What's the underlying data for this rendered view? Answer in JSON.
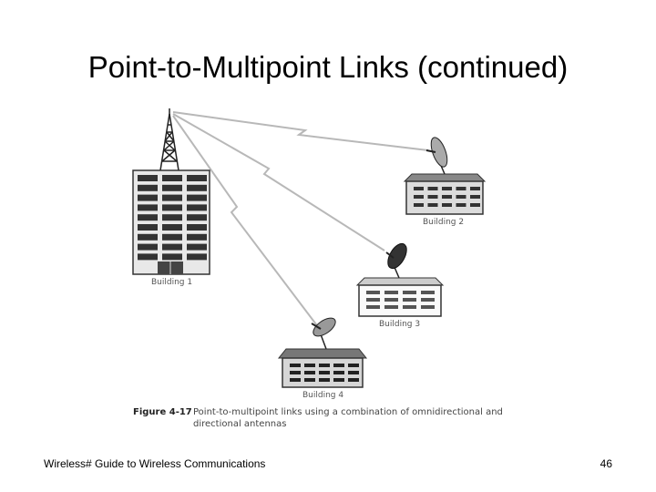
{
  "slide": {
    "title": "Point-to-Multipoint Links (continued)",
    "footer_left": "Wireless# Guide to Wireless Communications",
    "page_number": "46"
  },
  "figure": {
    "number": "Figure 4-17",
    "caption": "Point-to-multipoint links using a combination of omnidirectional and directional antennas",
    "buildings": [
      "Building 1",
      "Building 2",
      "Building 3",
      "Building 4"
    ]
  }
}
